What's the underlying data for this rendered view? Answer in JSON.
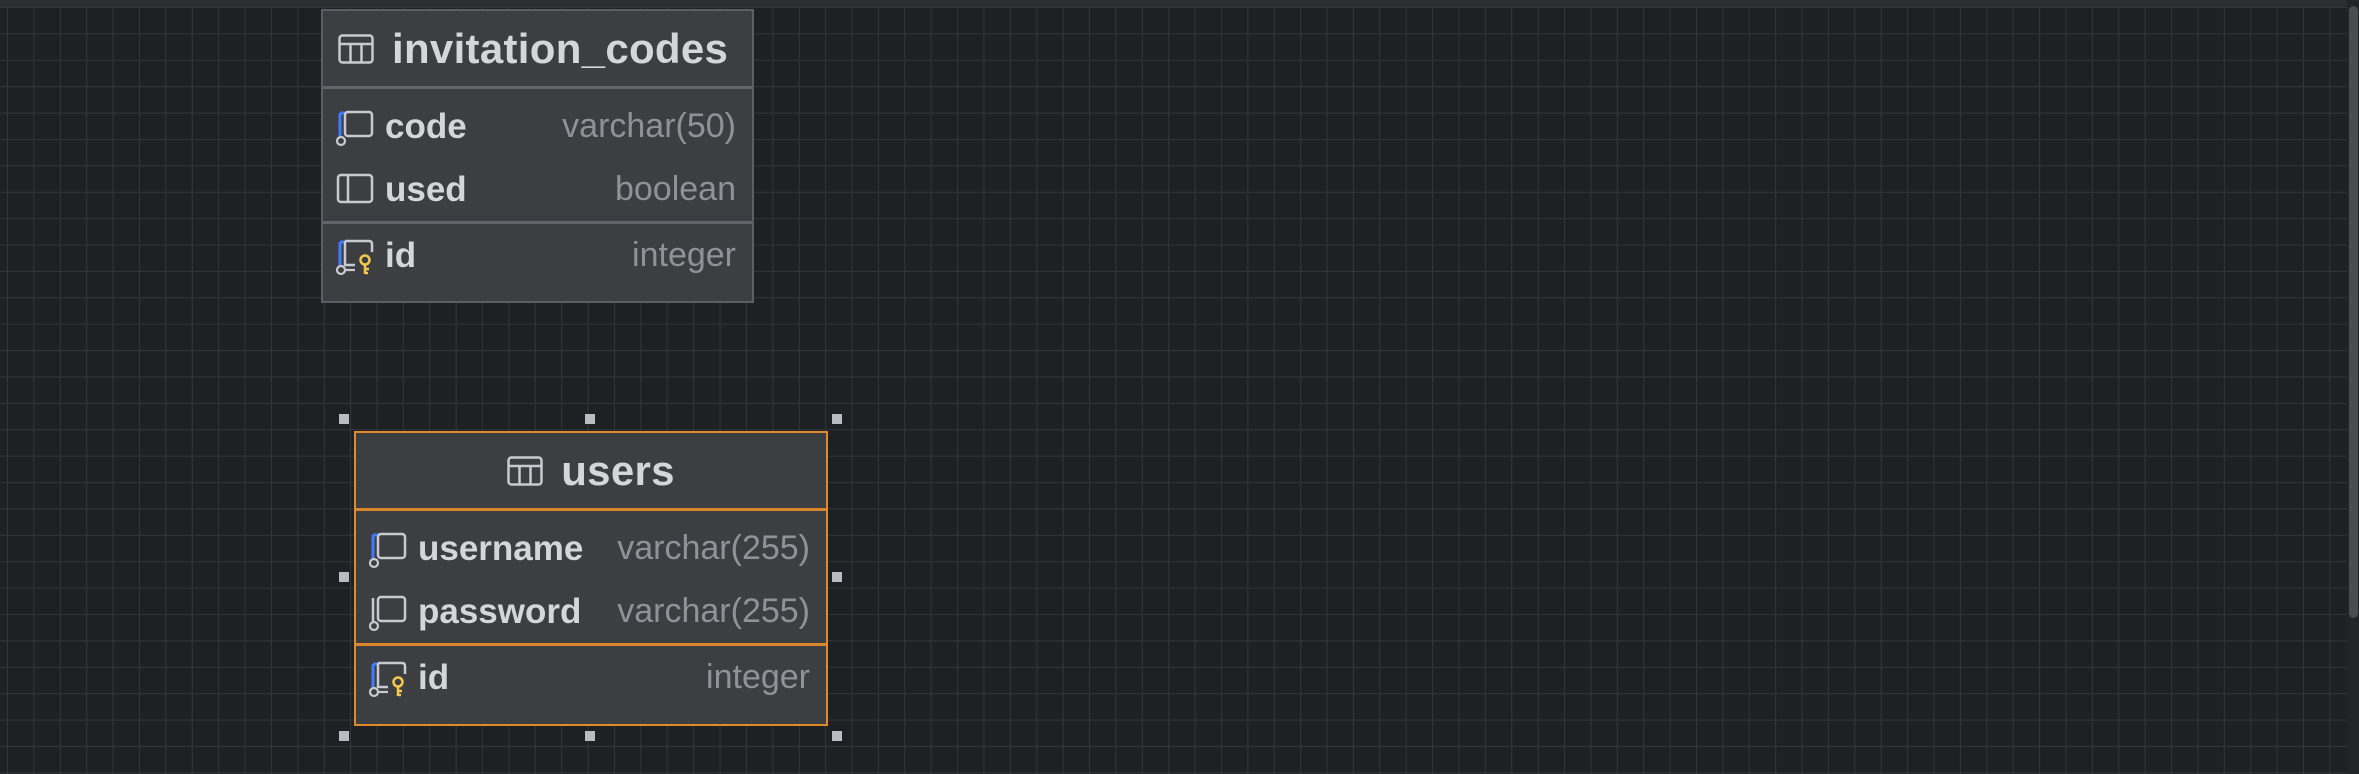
{
  "diagram": {
    "tables": [
      {
        "name": "invitation_codes",
        "columns": [
          {
            "name": "code",
            "type": "varchar(50)",
            "icon": "column-nullable-icon"
          },
          {
            "name": "used",
            "type": "boolean",
            "icon": "column-icon"
          }
        ],
        "keys": [
          {
            "name": "id",
            "type": "integer",
            "icon": "primary-key-icon"
          }
        ]
      },
      {
        "name": "users",
        "selected": true,
        "columns": [
          {
            "name": "username",
            "type": "varchar(255)",
            "icon": "column-nullable-icon"
          },
          {
            "name": "password",
            "type": "varchar(255)",
            "icon": "column-nullable-icon"
          }
        ],
        "keys": [
          {
            "name": "id",
            "type": "integer",
            "icon": "primary-key-icon"
          }
        ]
      }
    ]
  },
  "colors": {
    "background": "#1f2023",
    "grid": "#33353a",
    "table_fill": "#3c3e42",
    "selection": "#e08a2c",
    "column_icon_accent": "#3f7bff",
    "key_icon": "#f2c94c"
  }
}
